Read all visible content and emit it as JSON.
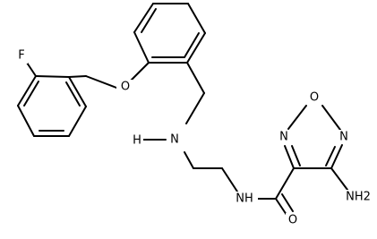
{
  "molecule": {
    "atoms": {
      "F": "F",
      "O_ether": "O",
      "H": "H",
      "N_amine": "N",
      "N_oxadiazole_1": "N",
      "O_oxadiazole": "O",
      "N_oxadiazole_2": "N",
      "NH_amide": "NH",
      "O_carbonyl": "O",
      "NH2": "NH2"
    }
  },
  "colors": {
    "bond": "#000000",
    "label": "#000000",
    "background": "#ffffff"
  }
}
